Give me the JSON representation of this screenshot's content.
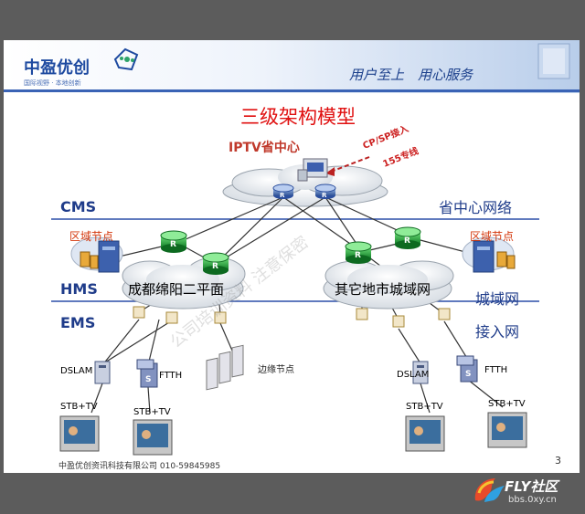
{
  "header": {
    "logo_text": "中盈优创",
    "logo_subtext": "国际视野 · 本地创新",
    "slogan": "用户至上　用心服务"
  },
  "slide_title": "三级架构模型",
  "iptv_center_label": "IPTV省中心",
  "cp_sp_label": "CP/SP接入",
  "line155_label": "155专线",
  "levels": {
    "cms": "CMS",
    "hms": "HMS",
    "ems": "EMS"
  },
  "zones": {
    "provincial": "省中心网络",
    "metro": "城域网",
    "access": "接入网"
  },
  "regional_node_left": "区域节点",
  "regional_node_right": "区域节点",
  "metro_left": "成都绵阳二平面",
  "metro_right": "其它地市城域网",
  "edge_node_label": "边缘节点",
  "dslam_left": "DSLAM",
  "dslam_right": "DSLAM",
  "ftth_left": "FTTH",
  "ftth_right": "FTTH",
  "stb_labels": [
    "STB+TV",
    "STB+TV",
    "STB+TV",
    "STB+TV"
  ],
  "router_label": "R",
  "switch_label": "S",
  "watermark": "公司培训资料 注意保密",
  "footer": "中盈优创资讯科技有限公司  010-59845985",
  "page_number": "3",
  "site_badge": {
    "name": "FLY社区",
    "url": "bbs.0xy.cn"
  },
  "colors": {
    "title_red": "#e01010",
    "level_blue": "#1f3c8a",
    "router_green": "#22a33a",
    "line_blue": "#2b4fa8"
  }
}
